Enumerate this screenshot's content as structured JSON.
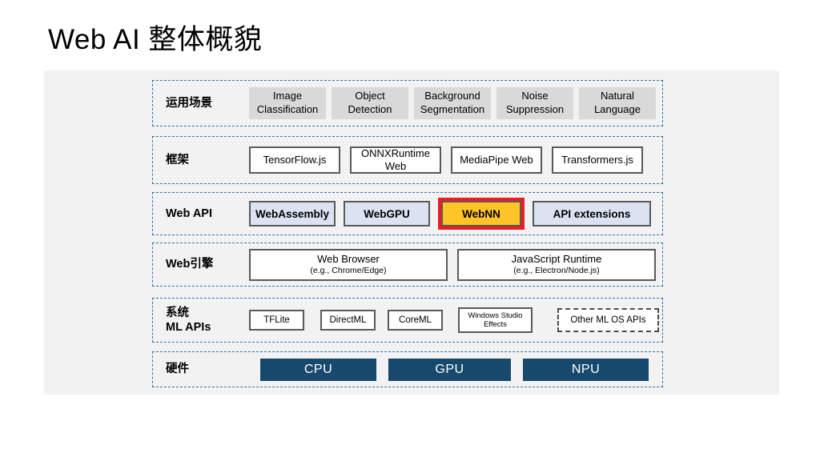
{
  "title": "Web AI 整体概貌",
  "colors": {
    "panel_bg": "#f2f2f2",
    "row_border": "#2e74b5",
    "scenario_box_bg": "#d9d9d9",
    "box_border": "#595959",
    "webapi_box_bg": "#dbe3f3",
    "webnn_bg": "#ffc425",
    "webnn_border": "#ed1c24",
    "hardware_bar_bg": "#17496d"
  },
  "rows": {
    "scenarios": {
      "label": "运用场景",
      "items": [
        "Image Classification",
        "Object Detection",
        "Background Segmentation",
        "Noise Suppression",
        "Natural Language"
      ]
    },
    "frameworks": {
      "label": "框架",
      "items": [
        "TensorFlow.js",
        "ONNXRuntime Web",
        "MediaPipe Web",
        "Transformers.js"
      ]
    },
    "web_api": {
      "label": "Web API",
      "items": [
        "WebAssembly",
        "WebGPU",
        "WebNN",
        "API extensions"
      ]
    },
    "web_engines": {
      "label": "Web引擎",
      "items": [
        {
          "title": "Web Browser",
          "subtitle": "(e.g., Chrome/Edge)"
        },
        {
          "title": "JavaScript Runtime",
          "subtitle": "(e.g., Electron/Node.js)"
        }
      ]
    },
    "system_ml_apis": {
      "label_line1": "系统",
      "label_line2": "ML APIs",
      "items": [
        "TFLite",
        "DirectML",
        "CoreML",
        "Windows Studio Effects",
        "Other ML OS APIs"
      ]
    },
    "hardware": {
      "label": "硬件",
      "items": [
        "CPU",
        "GPU",
        "NPU"
      ]
    }
  }
}
